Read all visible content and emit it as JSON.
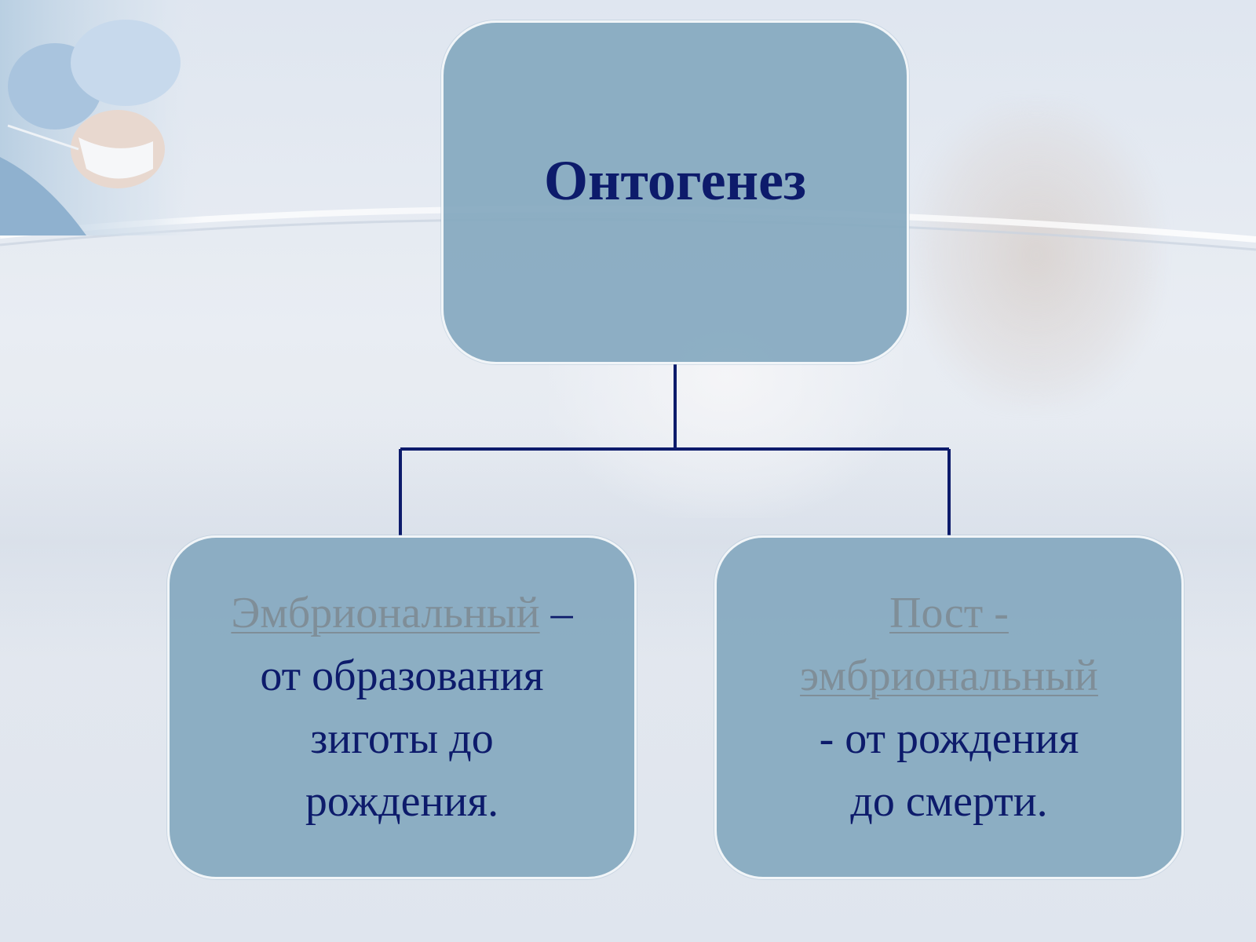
{
  "diagram": {
    "root": {
      "title": "Онтогенез"
    },
    "left": {
      "term": "Эмбриональный",
      "term_suffix": " –",
      "lines": [
        "от образования",
        "зиготы до",
        "рождения."
      ]
    },
    "right": {
      "term_line1": "Пост -",
      "term_line2": "эмбриональный",
      "lines": [
        "- от рождения",
        "до смерти."
      ]
    }
  },
  "colors": {
    "box_fill": "#85a9bf",
    "box_border": "#f1f5f8",
    "text": "#0d1b6b",
    "term": "#7f8e98",
    "connector": "#0d1b6b"
  }
}
